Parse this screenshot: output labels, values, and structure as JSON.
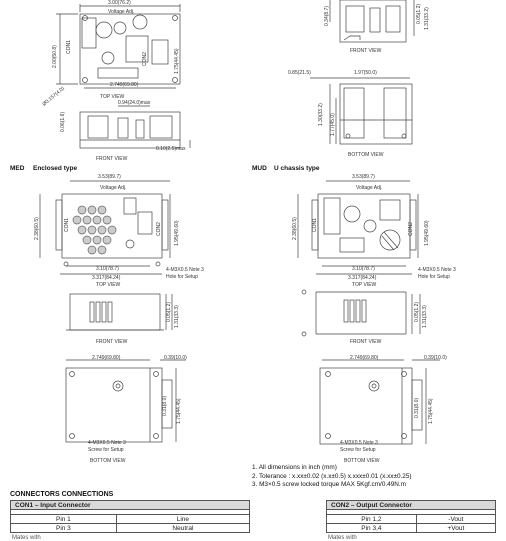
{
  "top_left": {
    "dims": {
      "w": "3.00(76.2)",
      "v1": "2.00(50.8)",
      "v2": "1.75(44.45)",
      "w2": "2.749(69.80)",
      "hole": "Ø0.157(4.0)"
    },
    "labels": {
      "voltage_adj": "Voltage Adj.",
      "con1": "CON1",
      "con2": "CON2",
      "top_view": "TOP VIEW"
    }
  },
  "front_left": {
    "dims": {
      "h": "0.94(24.0)max",
      "side": "0.06(1.6)",
      "foot": "0.10(2.5)max"
    },
    "labels": {
      "view": "FRONT VIEW"
    }
  },
  "top_right": {
    "dims": {
      "a": "0.34(8.7)",
      "b": "0.05(1.2)",
      "c": "1.31(33.2)"
    },
    "labels": {
      "view": "FRONT VIEW"
    }
  },
  "bottom_right": {
    "dims": {
      "a": "0.85(21.5)",
      "b": "1.97(50.0)",
      "c": "1.30(33.2)",
      "d": "1.77(45.0)"
    },
    "labels": {
      "view": "BOTTOM VIEW"
    }
  },
  "med_title": {
    "code": "MED",
    "text": "Enclosed type"
  },
  "mud_title": {
    "code": "MUD",
    "text": "U chassis type"
  },
  "med": {
    "top": {
      "w": "3.53(89.7)",
      "adj": "Voltage Adj.",
      "con1": "CON1",
      "con2": "CON2",
      "v1": "2.38(60.5)",
      "v2": "1.95(49.60)",
      "b1": "3.10(78.7)",
      "b2": "3.317(84.24)",
      "note": "4-M3X0.5 Note 3",
      "note2": "Hole for Setup",
      "view": "TOP VIEW"
    },
    "front": {
      "a": "0.05(1.2)",
      "b": "1.31(33.3)",
      "view": "FRONT VIEW"
    },
    "bottom": {
      "w": "2.749(69.80)",
      "r": "0.39(10.0)",
      "a": "0.31(8.0)",
      "b": "1.75(44.45)",
      "note": "4-M3X0.5 Note 3",
      "note2": "Screw for Setup",
      "view": "BOTTOM VIEW"
    }
  },
  "mud": {
    "top": {
      "w": "3.53(89.7)",
      "adj": "Voltage Adj.",
      "con1": "CON1",
      "con2": "CON2",
      "v1": "2.38(60.5)",
      "v2": "1.95(49.60)",
      "b1": "3.10(78.7)",
      "b2": "3.317(84.24)",
      "note": "4-M3X0.5 Note 3",
      "note2": "Hole for Setup",
      "view": "TOP VIEW"
    },
    "front": {
      "a": "0.05(1.2)",
      "b": "1.31(33.3)",
      "view": "FRONT VIEW"
    },
    "bottom": {
      "w": "2.749(69.80)",
      "r": "0.39(10.0)",
      "a": "0.31(8.0)",
      "b": "1.75(44.45)",
      "note": "4-M3X0.5 Note 3",
      "note2": "Screw for Setup",
      "view": "BOTTOM VIEW"
    }
  },
  "notes": [
    "1. All dimensions in inch (mm)",
    "2. Tolerance : x.xx±0.02 (x.x±0.5)    x.xxx±0.01 (x.xx±0.25)",
    "3. M3×0.5 screw locked torque MAX 5Kgf.cm/0.49N.m"
  ],
  "connectors": {
    "title": "CONNECTORS CONNECTIONS",
    "con1": {
      "header": "CON1 – Input Connector",
      "rows": [
        [
          "Pin 1",
          "Line"
        ],
        [
          "Pin 3",
          "Neutral"
        ]
      ]
    },
    "con2": {
      "header": "CON2 – Output Connector",
      "rows": [
        [
          "Pin 1,2",
          "-Vout"
        ],
        [
          "Pin 3,4",
          "+Vout"
        ]
      ]
    },
    "mating_left": "Mates with",
    "mating_right": "Mates with"
  }
}
